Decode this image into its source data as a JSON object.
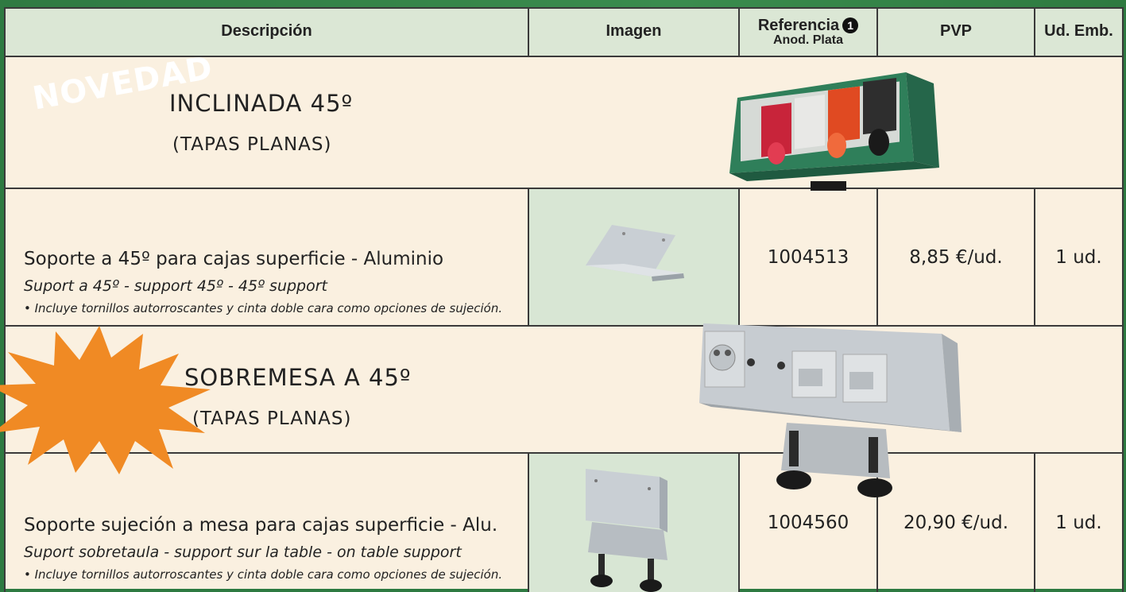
{
  "header": {
    "descripcion": "Descripción",
    "imagen": "Imagen",
    "referencia": "Referencia",
    "referencia_badge": "1",
    "referencia_sub": "Anod. Plata",
    "pvp": "PVP",
    "ud_emb": "Ud. Emb."
  },
  "section1": {
    "title": "INCLINADA 45º",
    "subtitle": "(TAPAS PLANAS)"
  },
  "row1": {
    "description": "Soporte a 45º para cajas superficie - Aluminio",
    "translations": "Suport a 45º - support 45º - 45º support",
    "note": "• Incluye tornillos autorroscantes y cinta doble cara como opciones de sujeción.",
    "reference": "1004513",
    "price": "8,85 €/ud.",
    "units": "1 ud."
  },
  "section2": {
    "badge": "NOVEDAD",
    "title": "SOBREMESA A 45º",
    "subtitle": "(TAPAS PLANAS)"
  },
  "row2": {
    "description": "Soporte sujeción a mesa para cajas superficie - Alu.",
    "translations": "Suport sobretaula - support sur la table - on table support",
    "note": "• Incluye tornillos autorroscantes y cinta doble cara como opciones de sujeción.",
    "reference": "1004560",
    "price": "20,90 €/ud.",
    "units": "1 ud."
  },
  "colors": {
    "header_bg": "#dbe7d5",
    "row_bg": "#faf0e0",
    "image_bg": "#d8e6d4",
    "band": "#2d7a41",
    "badge": "#f08a24"
  }
}
